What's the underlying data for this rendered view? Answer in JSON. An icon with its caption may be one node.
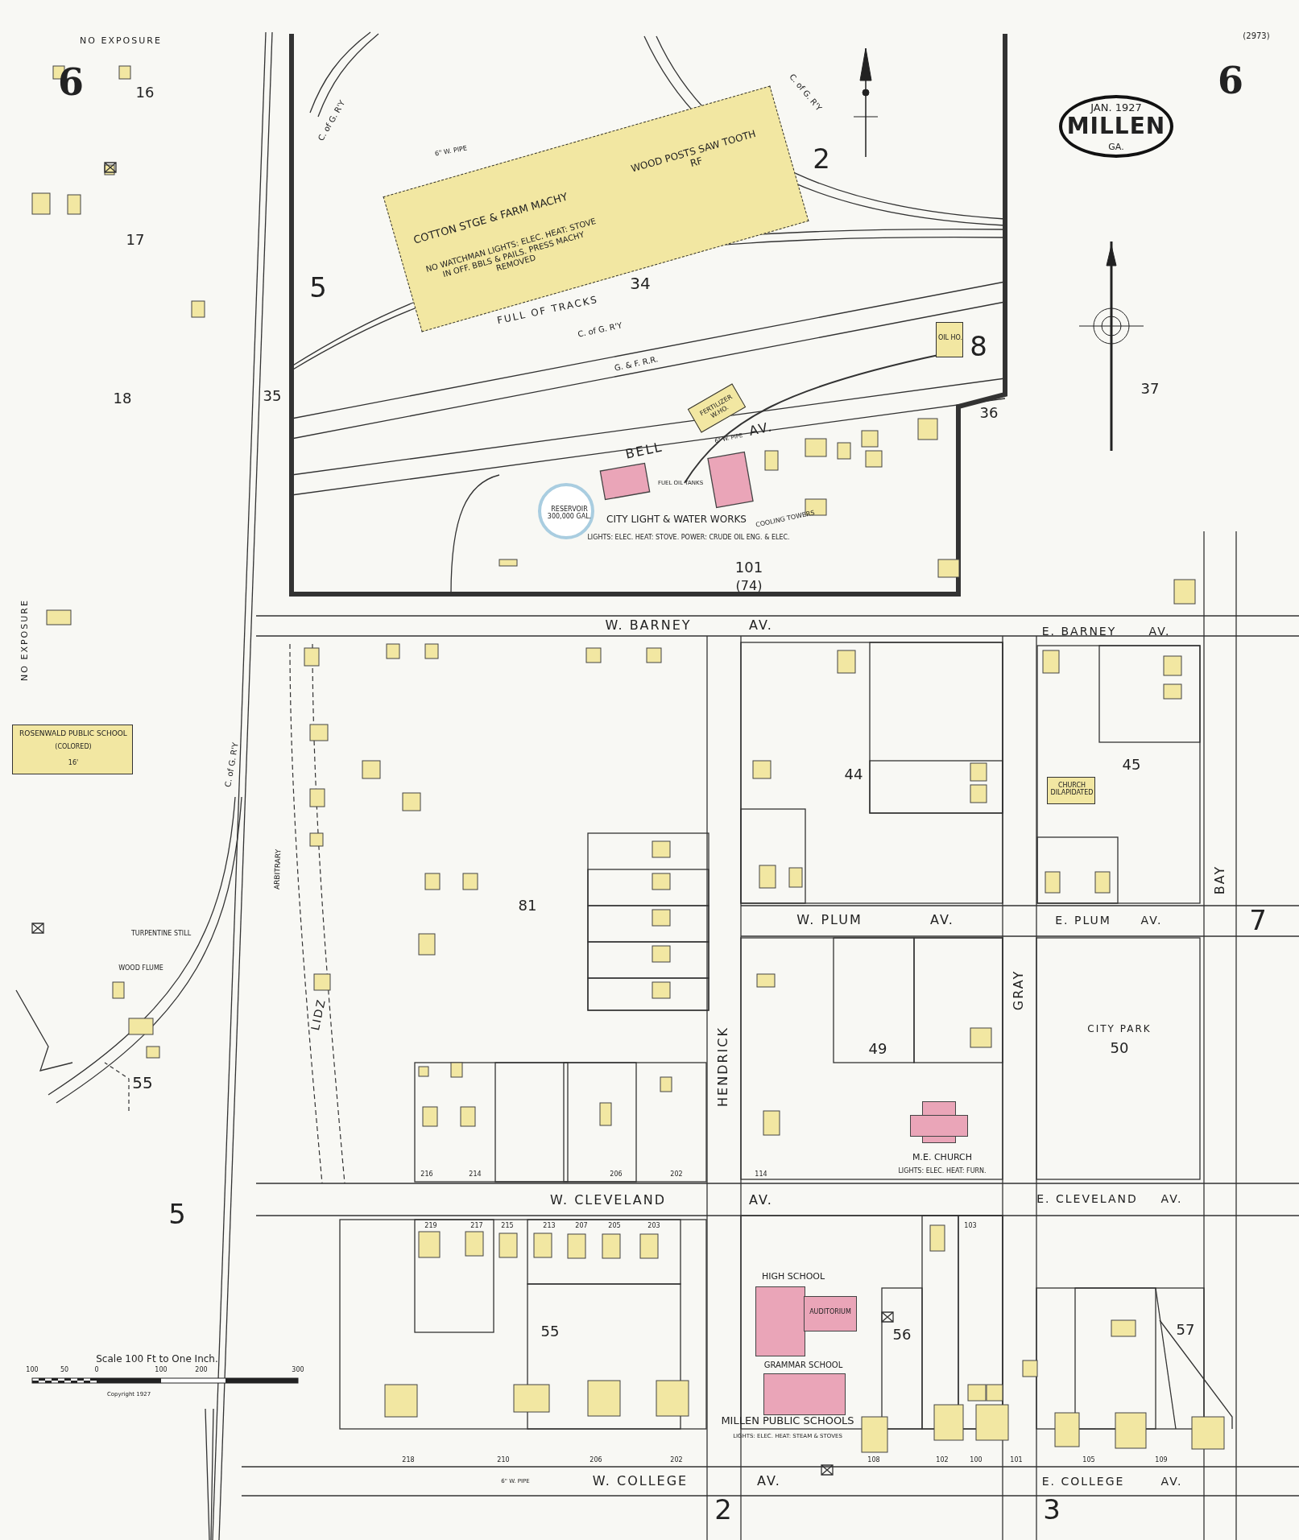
{
  "diagram": {
    "title": "MILLEN",
    "nodes": [
      {
        "text": [
          "COTTON STGE & FARM MACHY",
          "WOOD POSTS SAW TOOTH RF",
          "NO WATCHMAN LIGHTS: ELEC. HEAT: STOVE IN OFF. BBLS & PAILS. PRESS MACHY REMOVED"
        ]
      },
      {
        "text": [
          "RESERVOIR 300,000 GAL."
        ]
      },
      {
        "text": [
          "FERTILIZER W.HO."
        ]
      },
      {
        "text": [
          "OIL HO."
        ]
      },
      {
        "text": [
          "CHURCH DILAPIDATED"
        ]
      },
      {
        "text": [
          "ROSENWALD PUBLIC SCHOOL",
          "(COLORED)",
          "16'"
        ]
      },
      {
        "text": [
          "HIGH SCHOOL",
          "AUDITORIUM"
        ]
      },
      {
        "text": [
          "GRAMMAR SCHOOL"
        ]
      },
      {
        "text": [
          "M.E. CHURCH",
          "LIGHTS: ELEC. HEAT: FURN."
        ]
      }
    ],
    "labels": [
      "NO EXPOSURE",
      "6",
      "6",
      "(2973)",
      "JAN. 1927",
      "GA.",
      "16",
      "17",
      "18",
      "5",
      "2",
      "34",
      "FULL OF TRACKS",
      "C. of G. R'Y",
      "C. of G. R'Y",
      "C. of G. R'Y",
      "G. & F. R.R.",
      "8",
      "36",
      "37",
      "35",
      "BELL",
      "AV.",
      "CITY LIGHT & WATER WORKS",
      "LIGHTS: ELEC. HEAT: STOVE. POWER: CRUDE OIL ENG. & ELEC.",
      "FUEL OIL TANKS",
      "COOLING TOWERS",
      "101",
      "(74)",
      "W. BARNEY",
      "AV.",
      "E. BARNEY",
      "AV.",
      "44",
      "45",
      "81",
      "NO EXPOSURE",
      "C. of G. R'Y",
      "TURPENTINE STILL",
      "WOOD FLUME",
      "55",
      "ARBITRARY",
      "LIDZ",
      "W. PLUM",
      "AV.",
      "E. PLUM",
      "AV.",
      "BAY",
      "7",
      "GRAY",
      "HENDRICK",
      "49",
      "CITY PARK",
      "50",
      "5",
      "W. CLEVELAND",
      "AV.",
      "E. CLEVELAND",
      "AV.",
      "55",
      "56",
      "57",
      "MILLEN PUBLIC SCHOOLS",
      "LIGHTS: ELEC. HEAT: STEAM & STOVES",
      "W. COLLEGE",
      "AV.",
      "E. COLLEGE",
      "AV.",
      "2",
      "3",
      "Scale 100 Ft to One Inch.",
      "100",
      "50",
      "0",
      "100",
      "200",
      "300",
      "Copyright 1927",
      "216",
      "214",
      "206",
      "202",
      "114",
      "219",
      "217",
      "215",
      "213",
      "207",
      "205",
      "203",
      "103",
      "218",
      "210",
      "206",
      "202",
      "108",
      "102",
      "100",
      "101",
      "105",
      "109",
      "6\" W. PIPE",
      "6\" W. PIPE",
      "6\" W. PIPE"
    ]
  }
}
